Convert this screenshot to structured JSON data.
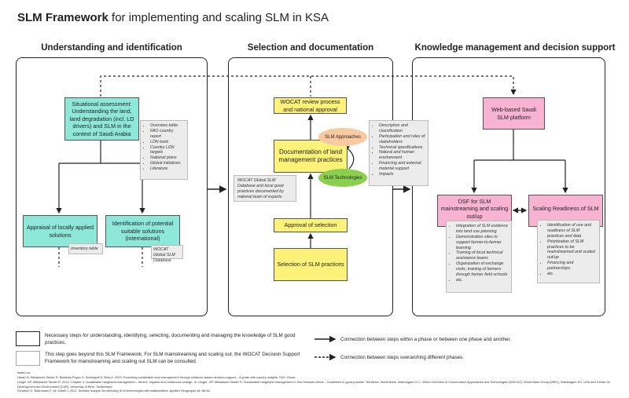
{
  "title": {
    "bold": "SLM Framework",
    "rest": " for implementing and scaling SLM in KSA"
  },
  "phases": [
    "Understanding and identification",
    "Selection and documentation",
    "Knowledge management and decision support"
  ],
  "left": {
    "situational": "Situational assessment: Understanding the land, land degradation (incl. LD drivers) and SLM in the context of Saudi Arabia",
    "situational_notes": [
      "Overview table",
      "FAO country report",
      "LDN tools",
      "Country LDN targets",
      "National plans",
      "Global initiatives",
      "Literature"
    ],
    "appraisal": "Appraisal of locally applied solutions",
    "appraisal_note": "Inventory table",
    "identification": "Identification of potential suitable solutions (international)",
    "identification_note": "WOCAT Global SLM Database"
  },
  "middle": {
    "review": "WOCAT review process and national approval",
    "documentation": "Documentation of land management practices",
    "approaches": "SLM Approaches",
    "technologies": "SLM Technologies",
    "doc_notes": [
      "Description and classification",
      "Participation and roles of stakeholders",
      "Technical specifications",
      "Natural and human environment",
      "Financing and external material support",
      "Impacts"
    ],
    "wocat_note": "WOCAT Global SLM Database and local good practices documented by national team of experts",
    "approval": "Approval of selection",
    "selection": "Selection of SLM practices"
  },
  "right": {
    "platform": "Web-based Saudi SLM platform",
    "dsf": "DSF for SLM mainstreaming and scaling out/up",
    "dsf_notes": [
      "Integration of SLM evidence into land use planning",
      "Demonstration sites to support farmer-to-farmer learning",
      "Training of local technical assistance teams",
      "Organization of exchange visits, training of farmers through farmer field schools",
      "etc."
    ],
    "readiness": "Scaling Readiness of SLM",
    "readiness_notes": [
      "Identification of use and readiness of SLM practices and data",
      "Priortization of SLM practices to be mainstreamed and scaled out/up",
      "Financing and partnerships",
      "etc."
    ]
  },
  "legend": {
    "necessary": "Necessary steps for understanding, identifying, selecting, documenting and managing the knowledge of SLM good practices.",
    "beyond": "This step goes beyond this SLM Framework. For SLM mainstreaming and scaling out, the WOCAT Decision Support Framework for mainstreaming and scaling out SLM can be consulted.",
    "solid": "Connection between steps within a phase or between one phase and another.",
    "dashed": "Connection between steps overarching different phases."
  },
  "references": {
    "label": "based on:",
    "items": [
      "Harari N, Mekdaschi Studer R, Bastidas Fegan S, Schlingloff S, Brès A. 2023. Promoting sustainable land management through evidence-based decision support – A guide with country insights. FAO, Rome.",
      "Liniger HP, Mekdaschi Studer R. 2019. Chapter 4. Sustainable rangeland management – drivers, impacts and continuous change. In: Liniger, HP, Mekdaschi Studer R. Sustainable rangeland management in Sub-Saharan Africa – Guidelines to good practice. TerrAfrica; World Bank, Washington D.C.; World Overview of Conservation Approaches and Technologies (WOCAT); World Bank Group (WBG), Washington DC, USA and Centre for Development and Environment (CDE), University of Bern, Switzerland.",
      "Schwilch G, Bachmann F, de Graaff J. 2012. Decision support for selecting SLM technologies with stakeholders. Applied Geography 34: 86-98."
    ]
  }
}
